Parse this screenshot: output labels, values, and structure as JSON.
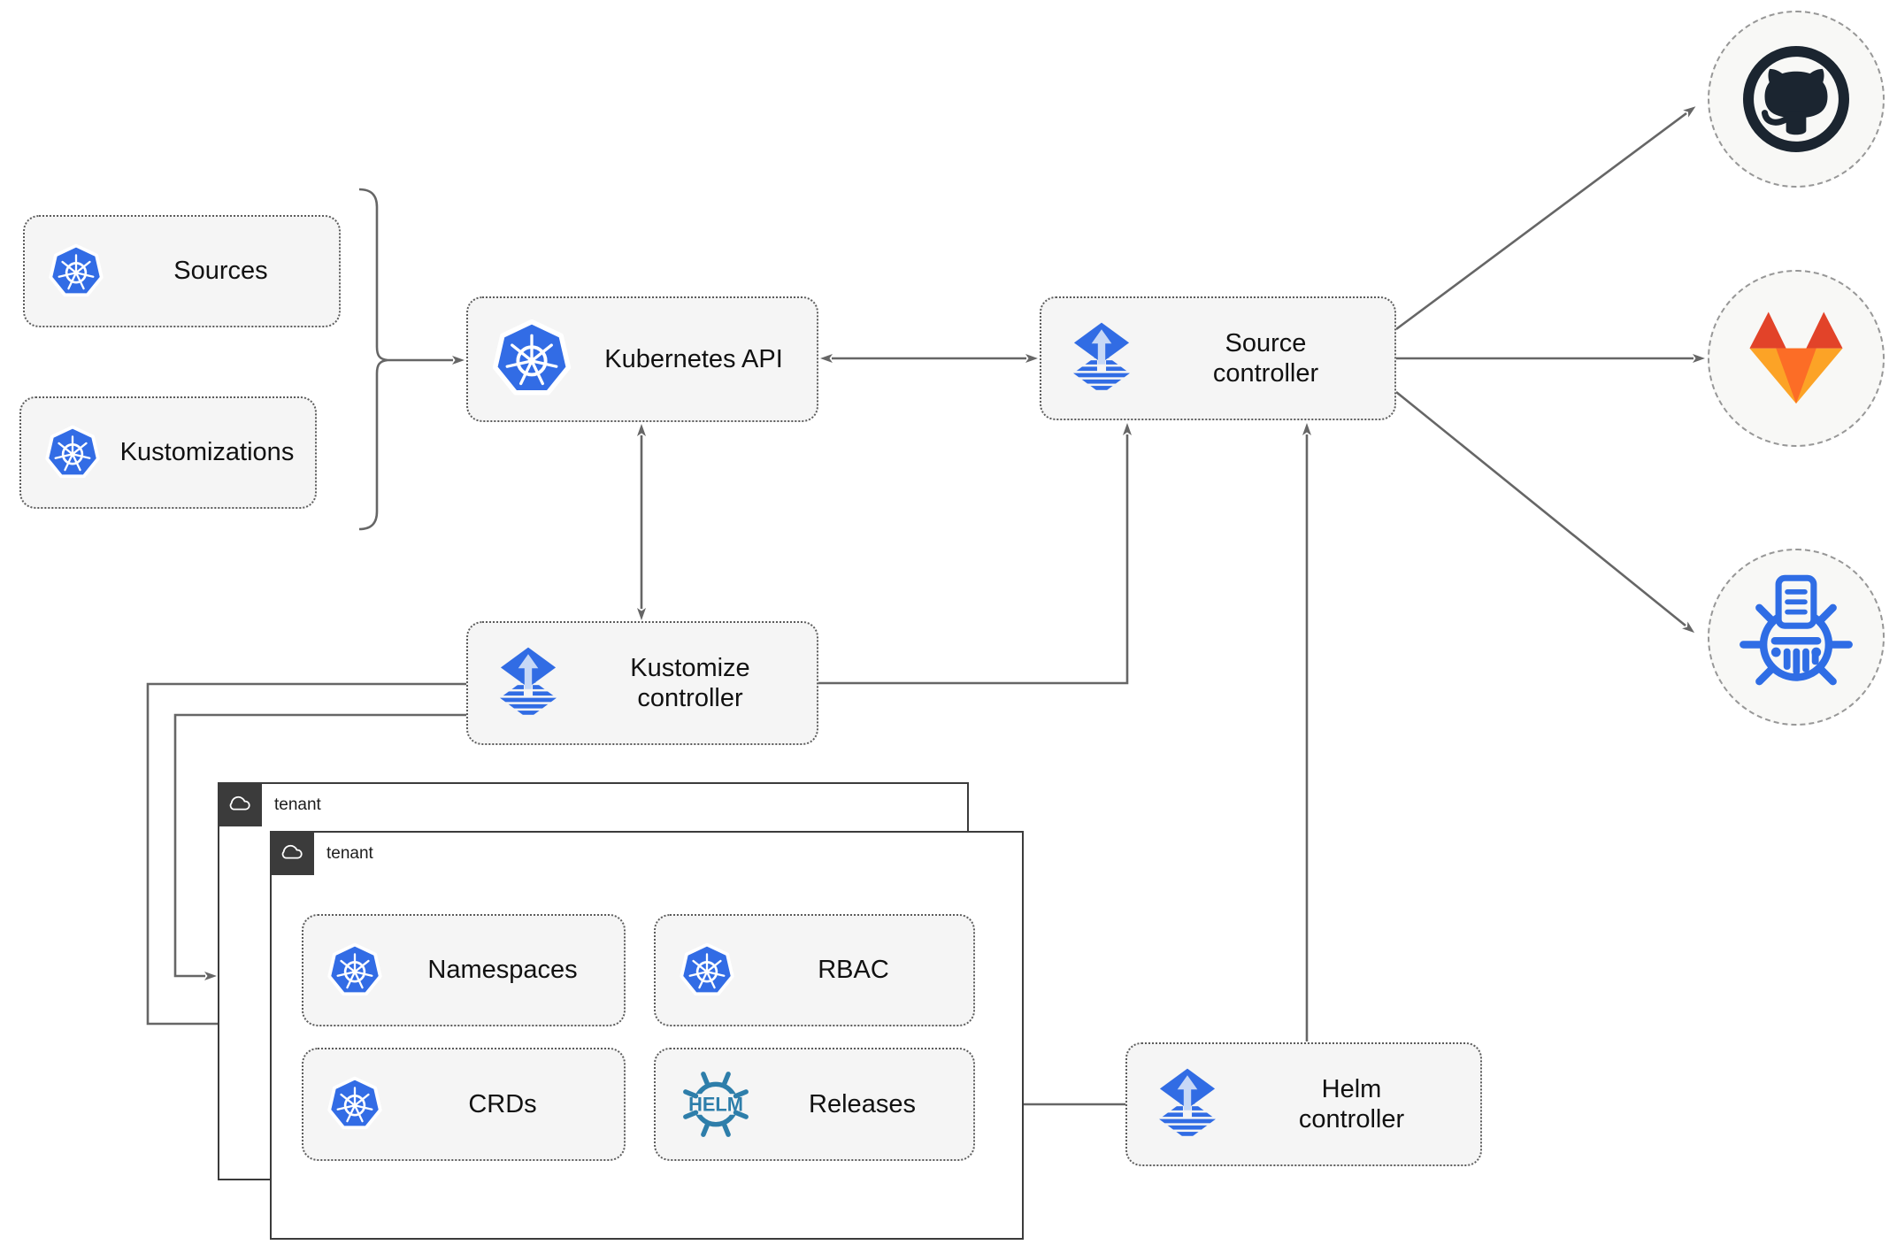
{
  "nodes": {
    "sources": {
      "label": "Sources",
      "icon": "kubernetes-icon"
    },
    "kustomizations": {
      "label": "Kustomizations",
      "icon": "kubernetes-icon"
    },
    "kubernetes_api": {
      "label": "Kubernetes API",
      "icon": "kubernetes-icon"
    },
    "source_controller": {
      "label": "Source controller",
      "icon": "flux-icon"
    },
    "kustomize_controller": {
      "label": "Kustomize controller",
      "icon": "flux-icon"
    },
    "helm_controller": {
      "label": "Helm controller",
      "icon": "flux-icon"
    },
    "namespaces": {
      "label": "Namespaces",
      "icon": "kubernetes-icon"
    },
    "rbac": {
      "label": "RBAC",
      "icon": "kubernetes-icon"
    },
    "crds": {
      "label": "CRDs",
      "icon": "kubernetes-icon"
    },
    "releases": {
      "label": "Releases",
      "icon": "helm-icon"
    }
  },
  "groups": {
    "tenant_back": {
      "label": "tenant",
      "icon": "cloud-icon"
    },
    "tenant_front": {
      "label": "tenant",
      "icon": "cloud-icon"
    }
  },
  "externals": [
    {
      "name": "github",
      "icon": "github-icon"
    },
    {
      "name": "gitlab",
      "icon": "gitlab-icon"
    },
    {
      "name": "helm-repository",
      "icon": "helm-repository-icon"
    }
  ],
  "colors": {
    "connector": "#666666",
    "node_fill": "#f5f5f5",
    "node_border": "#5c5c5c",
    "tenant_border": "#3b3b3b",
    "kubernetes_blue": "#326CE5",
    "flux_blue": "#316CE4",
    "flux_light": "#c7d8f6",
    "helm_teal": "#2E7EAA",
    "github_dark": "#1b2530",
    "gitlab_red": "#E24329",
    "gitlab_orange": "#FC6D26",
    "gitlab_amber": "#FCA326",
    "repo_blue": "#2f6de5"
  }
}
